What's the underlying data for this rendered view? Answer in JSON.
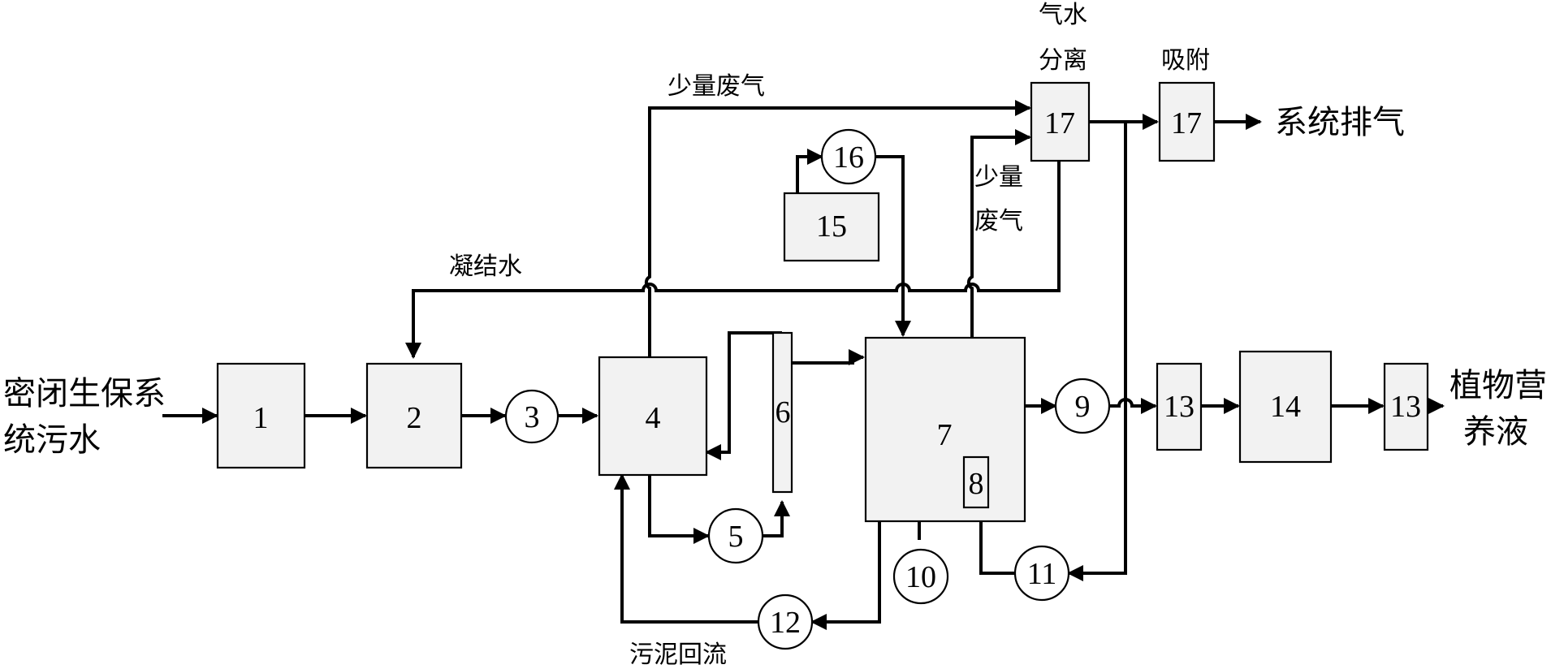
{
  "input_label": [
    "密闭生保系",
    "统污水"
  ],
  "output_label_exhaust": "系统排气",
  "output_label_nutrient": [
    "植物营",
    "养液"
  ],
  "labels": {
    "small_exhaust_top": "少量废气",
    "small_exhaust_mid": [
      "少量",
      "废气"
    ],
    "condensate": "凝结水",
    "gas_water_separation": [
      "气水",
      "分离"
    ],
    "adsorption": "吸附",
    "sludge_return": "污泥回流"
  },
  "units": {
    "u1": "1",
    "u2": "2",
    "u3": "3",
    "u4": "4",
    "u5": "5",
    "u6": "6",
    "u7": "7",
    "u8": "8",
    "u9": "9",
    "u10": "10",
    "u11": "11",
    "u12": "12",
    "u13a": "13",
    "u13b": "13",
    "u14": "14",
    "u15": "15",
    "u16": "16",
    "u17a": "17",
    "u17b": "17"
  }
}
